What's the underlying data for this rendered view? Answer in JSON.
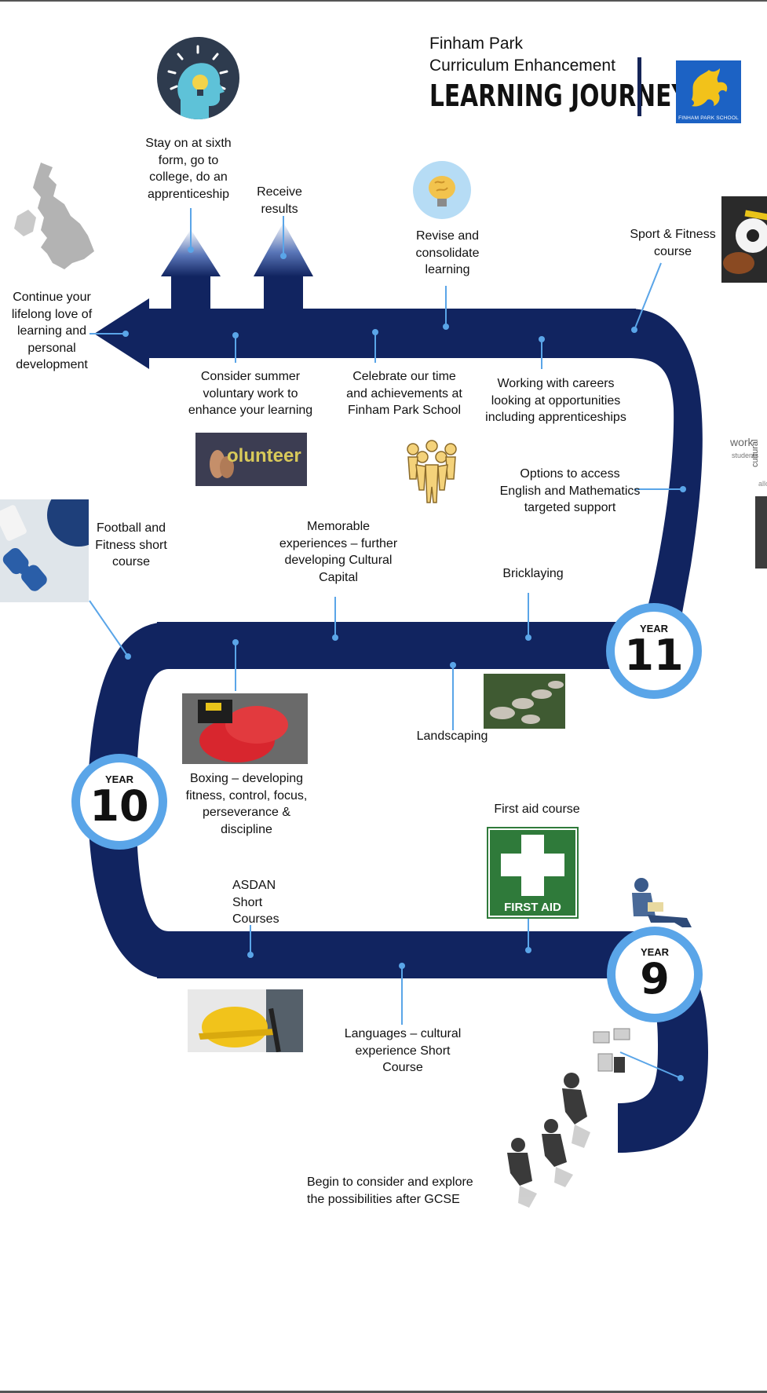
{
  "header": {
    "line1": "Finham Park",
    "line2": "Curriculum Enhancement",
    "title": "LEARNING JOURNEY",
    "crest_text": "FINHAM PARK SCHOOL"
  },
  "years": {
    "y9": {
      "word": "YEAR",
      "num": "9"
    },
    "y10": {
      "word": "YEAR",
      "num": "10"
    },
    "y11": {
      "word": "YEAR",
      "num": "11"
    }
  },
  "labels": {
    "stay_on": "Stay on at sixth form, go to college, do an apprenticeship",
    "receive_results": "Receive results",
    "revise": "Revise and consolidate learning",
    "sport_fitness": "Sport & Fitness course",
    "continue_lifelong": "Continue your lifelong love of learning and personal development",
    "summer_voluntary": "Consider summer voluntary work to enhance your learning",
    "celebrate": "Celebrate our time and achievements at Finham Park School",
    "careers": "Working with careers looking at opportunities including apprenticeships",
    "options_support": "Options to access English and Mathematics targeted support",
    "football": "Football and Fitness short course",
    "memorable": "Memorable experiences – further developing Cultural Capital",
    "bricklaying": "Bricklaying",
    "landscaping": "Landscaping",
    "boxing": "Boxing – developing fitness, control, focus, perseverance & discipline",
    "first_aid_course": "First aid course",
    "asdan": "ASDAN Short Courses",
    "languages": "Languages – cultural experience Short Course",
    "begin": "Begin to consider and explore the possibilities after GCSE"
  },
  "images": {
    "volunteer_word": "olunteer",
    "first_aid_sign": "FIRST AID",
    "wordcloud_1": "work",
    "wordcloud_2": "students",
    "wordcloud_3": "cultural",
    "wordcloud_4": "allow"
  },
  "colors": {
    "path": "#112460",
    "accent": "#5aa5e8",
    "first_aid_green": "#2f7a3a"
  }
}
